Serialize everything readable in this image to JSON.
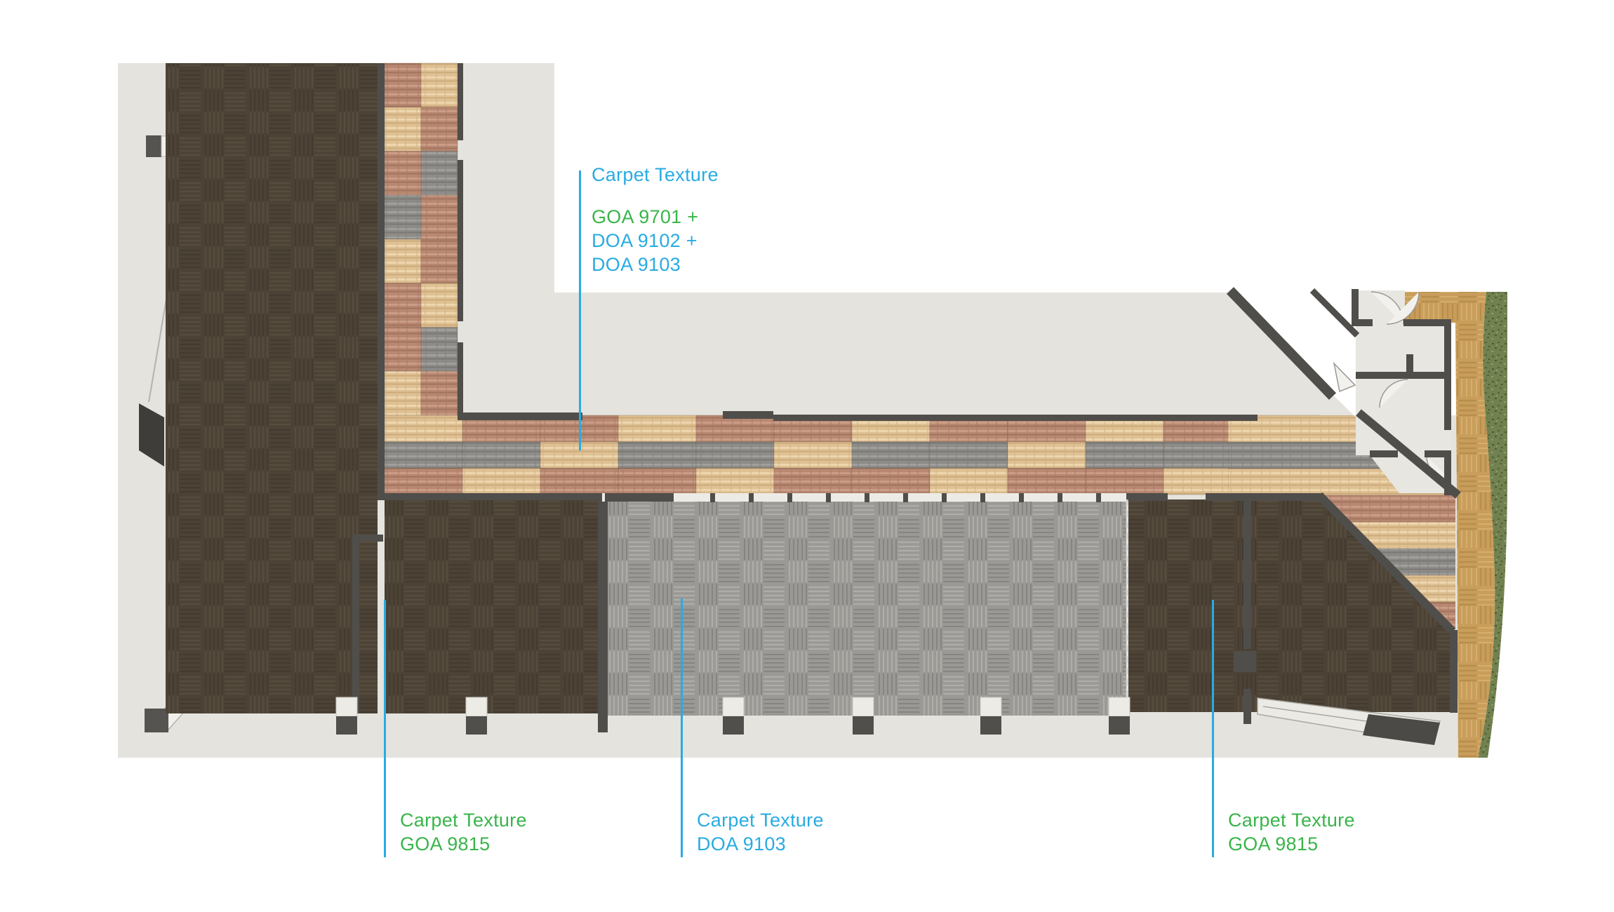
{
  "annotations": {
    "border": {
      "heading": "Carpet Texture",
      "heading_color": "blue",
      "codes": [
        {
          "text": "GOA 9701 +",
          "color": "green"
        },
        {
          "text": "DOA 9102 +",
          "color": "blue"
        },
        {
          "text": "DOA 9103",
          "color": "blue"
        }
      ]
    },
    "bottom_left": {
      "line1": "Carpet Texture",
      "line2": "GOA 9815",
      "color": "green"
    },
    "bottom_middle": {
      "line1": "Carpet Texture",
      "line2": "DOA 9103",
      "color": "blue"
    },
    "bottom_right": {
      "line1": "Carpet Texture",
      "line2": "GOA 9815",
      "color": "green"
    }
  },
  "colors": {
    "annotation_blue": "#29abe2",
    "annotation_green": "#39b54a",
    "leader_line": "#29abe2",
    "page_background": "#ffffff",
    "plan_plate": "#e4e3dd",
    "wall": "#504e4a",
    "carpet_dark_brown": "#4c4336",
    "carpet_gray": "#9b9995",
    "tile_tan": "#dfc194",
    "tile_rust": "#b88872",
    "tile_gray": "#8d8c88",
    "wood_parquet": "#c99e5b",
    "hedge_green": "#71814f"
  },
  "plan": {
    "strip_vertical": {
      "rows": [
        [
          "rust",
          "tan"
        ],
        [
          "tan",
          "rust"
        ],
        [
          "rust",
          "gray"
        ],
        [
          "gray",
          "rust"
        ],
        [
          "tan",
          "rust"
        ],
        [
          "rust",
          "tan"
        ],
        [
          "rust",
          "gray"
        ],
        [
          "tan",
          "rust"
        ]
      ]
    },
    "strip_horizontal": {
      "rows": [
        [
          "tan",
          "rust",
          "rust",
          "tan",
          "rust",
          "rust",
          "tan",
          "rust",
          "rust",
          "tan",
          "rust",
          "rust"
        ],
        [
          "gray",
          "gray",
          "tan",
          "gray",
          "gray",
          "tan",
          "gray",
          "gray",
          "tan",
          "gray",
          "gray",
          "tan"
        ],
        [
          "rust",
          "tan",
          "rust",
          "rust",
          "tan",
          "rust",
          "rust",
          "tan",
          "rust",
          "rust",
          "tan",
          "rust"
        ]
      ]
    },
    "strip_diagonal": {
      "rows": [
        "tan",
        "gray",
        "tan",
        "rust",
        "tan",
        "gray",
        "tan",
        "rust",
        "tan",
        "gray",
        "rust"
      ]
    }
  }
}
